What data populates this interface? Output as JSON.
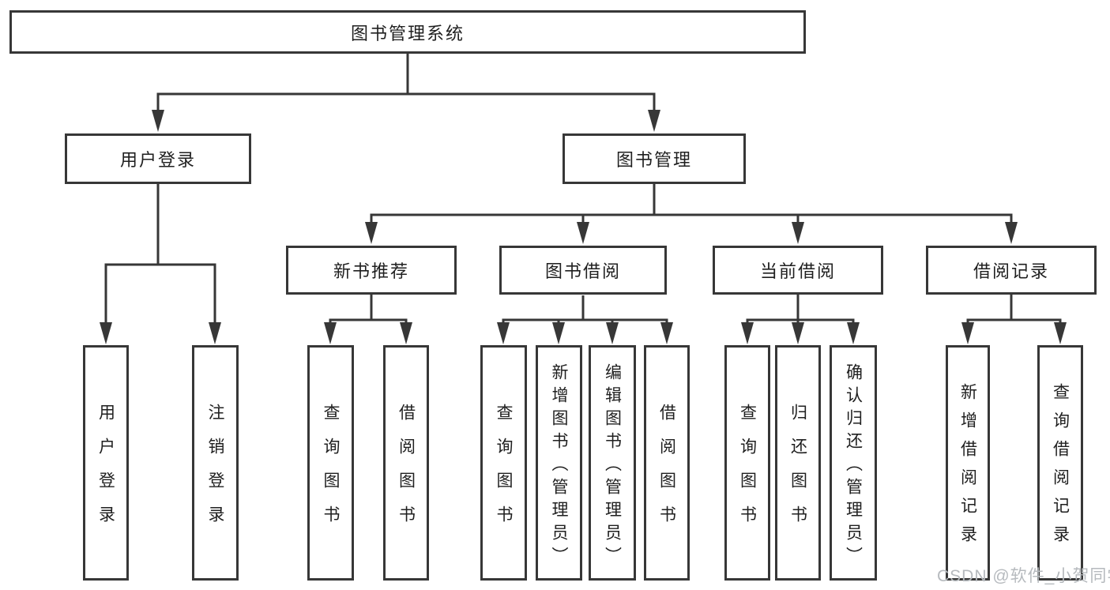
{
  "diagram": {
    "root": {
      "label": "图书管理系统"
    },
    "user_login": {
      "label": "用户登录",
      "leaves": {
        "login": "用户登录",
        "logout": "注销登录"
      }
    },
    "book_mgmt": {
      "label": "图书管理",
      "new_books": {
        "label": "新书推荐",
        "leaves": {
          "query_books": "查询图书",
          "borrow_books": "借阅图书"
        }
      },
      "book_borrow": {
        "label": "图书借阅",
        "leaves": {
          "query_books": "查询图书",
          "add_books": "新增图书（管理员）",
          "edit_books": "编辑图书（管理员）",
          "borrow_books": "借阅图书"
        }
      },
      "current_borrow": {
        "label": "当前借阅",
        "leaves": {
          "query_books": "查询图书",
          "return_books": "归还图书",
          "confirm_return": "确认归还（管理员）"
        }
      },
      "borrow_records": {
        "label": "借阅记录",
        "leaves": {
          "add_record": "新增借阅记录",
          "query_record": "查询借阅记录"
        }
      }
    }
  },
  "watermark": {
    "text": "CSDN @软件_小贺同学"
  },
  "colors": {
    "line": "#373737",
    "text": "#1f1f1f",
    "watermark": "#b6babe",
    "background": "#ffffff"
  }
}
